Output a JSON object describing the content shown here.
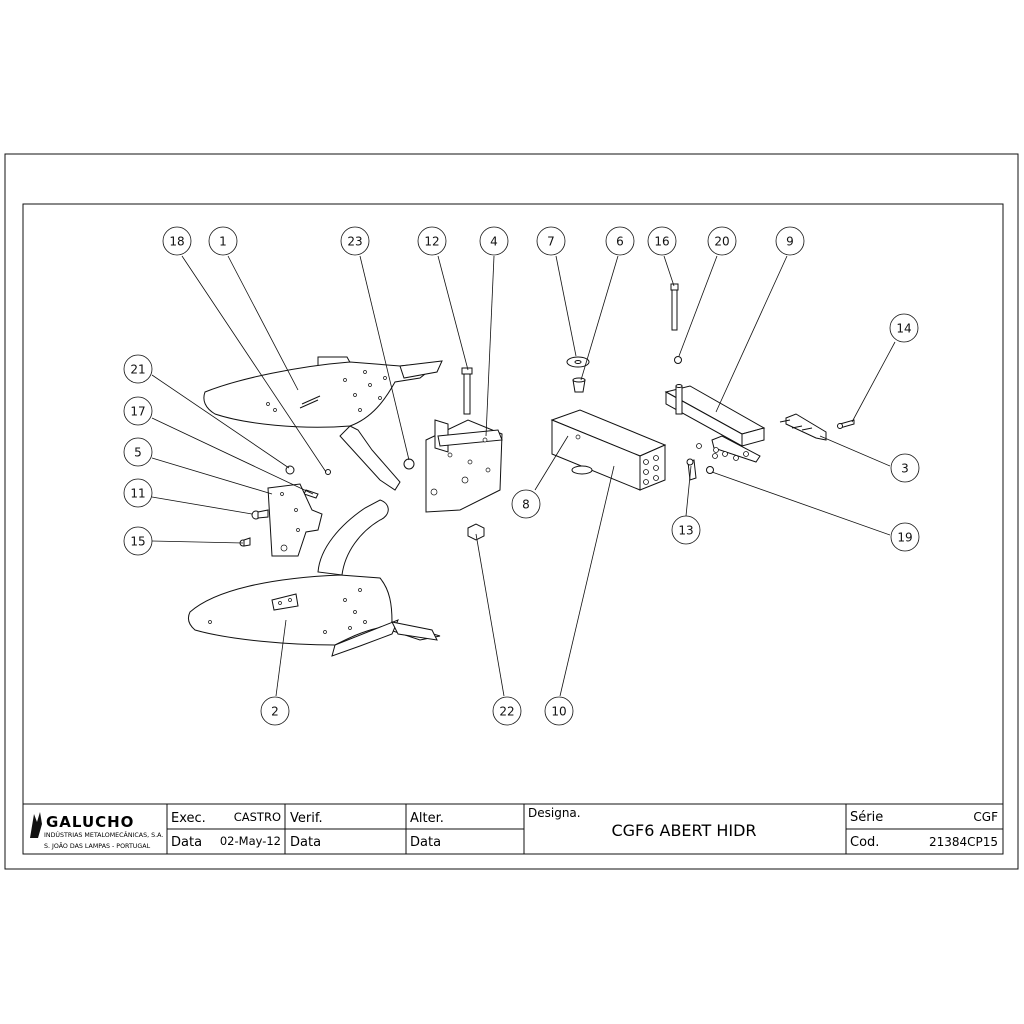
{
  "callouts": [
    {
      "id": "18",
      "label": "18"
    },
    {
      "id": "1",
      "label": "1"
    },
    {
      "id": "23",
      "label": "23"
    },
    {
      "id": "12",
      "label": "12"
    },
    {
      "id": "4",
      "label": "4"
    },
    {
      "id": "7",
      "label": "7"
    },
    {
      "id": "6",
      "label": "6"
    },
    {
      "id": "16",
      "label": "16"
    },
    {
      "id": "20",
      "label": "20"
    },
    {
      "id": "9",
      "label": "9"
    },
    {
      "id": "14",
      "label": "14"
    },
    {
      "id": "21",
      "label": "21"
    },
    {
      "id": "17",
      "label": "17"
    },
    {
      "id": "5",
      "label": "5"
    },
    {
      "id": "11",
      "label": "11"
    },
    {
      "id": "15",
      "label": "15"
    },
    {
      "id": "8",
      "label": "8"
    },
    {
      "id": "3",
      "label": "3"
    },
    {
      "id": "13",
      "label": "13"
    },
    {
      "id": "19",
      "label": "19"
    },
    {
      "id": "2",
      "label": "2"
    },
    {
      "id": "22",
      "label": "22"
    },
    {
      "id": "10",
      "label": "10"
    }
  ],
  "title_block": {
    "company": "GALUCHO",
    "company_line1": "INDÚSTRIAS METALOMECÂNICAS, S.A.",
    "company_line2": "S. JOÃO DAS LAMPAS - PORTUGAL",
    "exec_label": "Exec.",
    "exec_value": "CASTRO",
    "data_label": "Data",
    "date_value": "02-May-12",
    "verif_label": "Verif.",
    "verif_data_label": "Data",
    "alter_label": "Alter.",
    "alter_data_label": "Data",
    "designa_label": "Designa.",
    "designation": "CGF6 ABERT HIDR",
    "serie_label": "Série",
    "serie_value": "CGF",
    "cod_label": "Cod.",
    "cod_value": "21384CP15"
  }
}
